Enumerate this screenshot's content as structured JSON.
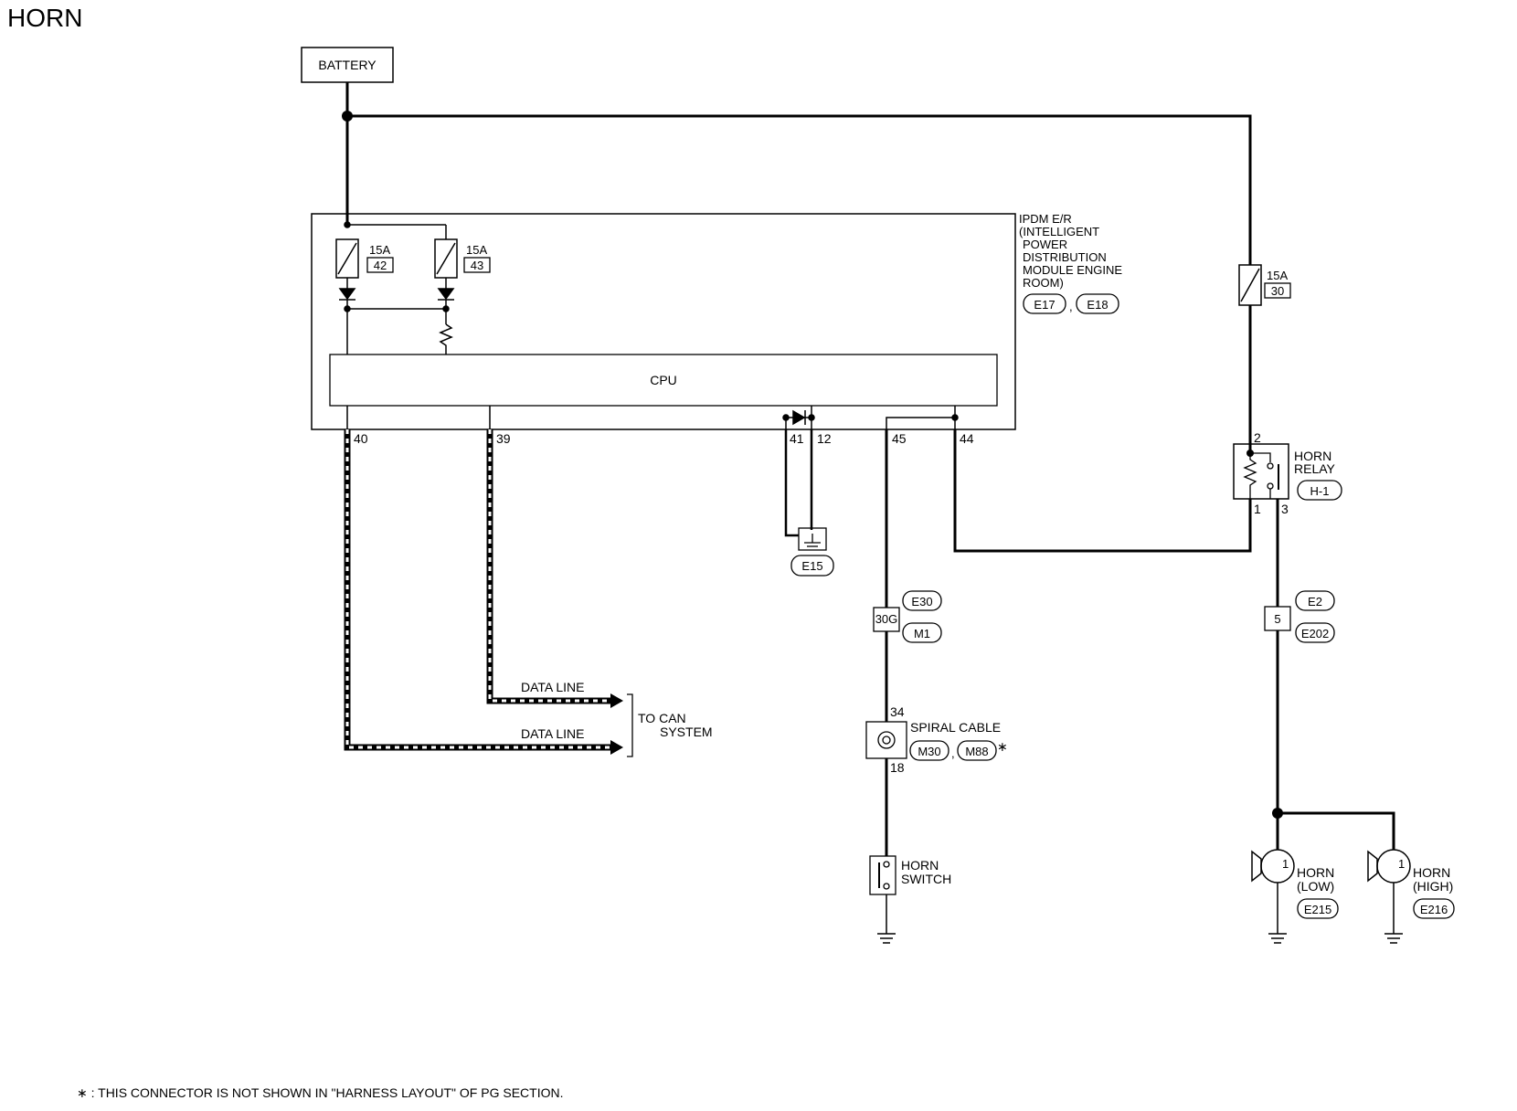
{
  "title": "HORN",
  "footnote": "∗ : THIS CONNECTOR IS NOT SHOWN IN \"HARNESS LAYOUT\" OF PG SECTION.",
  "battery": "BATTERY",
  "ipdm": {
    "lines": [
      "IPDM E/R",
      "(INTELLIGENT",
      "POWER",
      "DISTRIBUTION",
      "MODULE ENGINE",
      "ROOM)"
    ],
    "connectors": [
      "E17",
      "E18"
    ],
    "cpu": "CPU",
    "fuses": [
      {
        "rating": "15A",
        "number": "42"
      },
      {
        "rating": "15A",
        "number": "43"
      }
    ],
    "pins": [
      "40",
      "39",
      "41",
      "12",
      "45",
      "44"
    ],
    "ground_connector": "E15"
  },
  "fuse_30": {
    "rating": "15A",
    "number": "30"
  },
  "horn_relay": {
    "lines": [
      "HORN",
      "RELAY"
    ],
    "connector": "H-1",
    "pins": [
      "2",
      "1",
      "3"
    ]
  },
  "can": {
    "data_line_1": "DATA LINE",
    "data_line_2": "DATA LINE",
    "to_can": [
      "TO CAN",
      "SYSTEM"
    ]
  },
  "junction_e30": {
    "pin": "30G",
    "top": "E30",
    "bottom": "M1"
  },
  "junction_e2": {
    "pin": "5",
    "top": "E2",
    "bottom": "E202"
  },
  "spiral_cable": {
    "label": "SPIRAL CABLE",
    "connectors": [
      "M30",
      "M88"
    ],
    "asterisk": "∗",
    "pin_top": "34",
    "pin_bottom": "18"
  },
  "horn_switch": [
    "HORN",
    "SWITCH"
  ],
  "horn_low": {
    "lines": [
      "HORN",
      "(LOW)"
    ],
    "connector": "E215",
    "pin": "1"
  },
  "horn_high": {
    "lines": [
      "HORN",
      "(HIGH)"
    ],
    "connector": "E216",
    "pin": "1"
  }
}
